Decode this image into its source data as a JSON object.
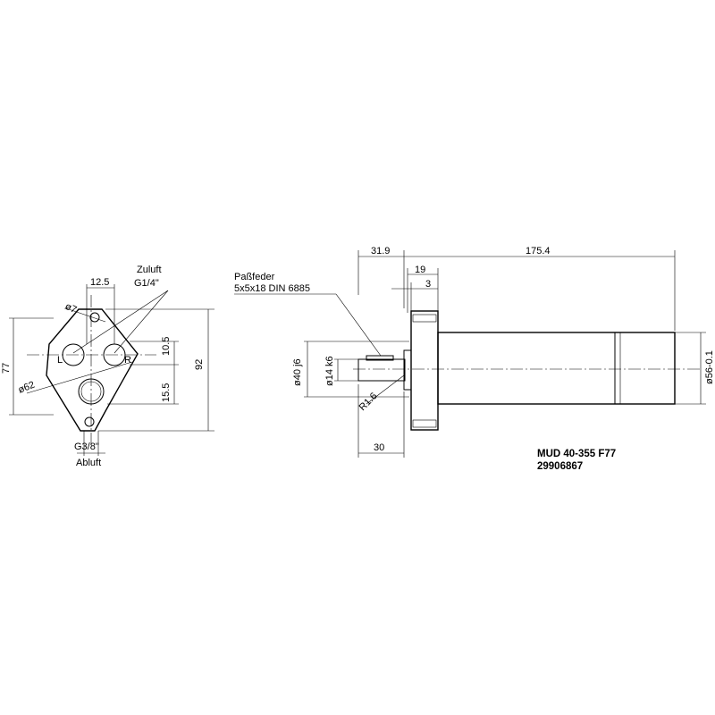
{
  "front_view": {
    "dim_12_5": "12.5",
    "dim_dia7": "ø7",
    "dim_77": "77",
    "dim_dia62": "ø62",
    "dim_10_5": "10.5",
    "dim_15_5": "15.5",
    "dim_92": "92",
    "port_L": "L",
    "port_R": "R",
    "inlet_label": "Zuluft",
    "inlet_thread": "G1/4\"",
    "outlet_thread": "G3/8\"",
    "outlet_label": "Abluft"
  },
  "side_view": {
    "dim_31_9": "31.9",
    "dim_175_4": "175.4",
    "dim_19": "19",
    "dim_3": "3",
    "key_label": "Paßfeder",
    "key_spec": "5x5x18  DIN  6885",
    "dim_dia40": "ø40 j6",
    "dim_dia14": "ø14 k6",
    "dim_R1_6": "R1.6",
    "dim_30": "30",
    "dim_dia56": "ø56-0.1"
  },
  "title_block": {
    "model": "MUD 40-355 F77",
    "part_number": "29906867"
  }
}
